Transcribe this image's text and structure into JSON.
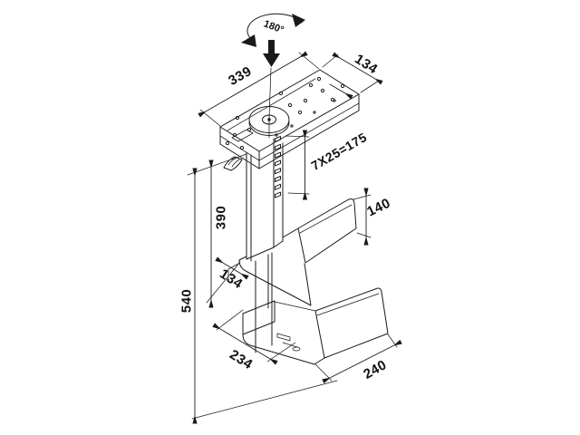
{
  "drawing": {
    "background": "#ffffff",
    "line_color": "#1a1a1a",
    "rotation_label": "180°",
    "dimensions": {
      "plate_length": "339",
      "plate_depth": "134",
      "slot_pattern": "7X25=175",
      "panel_height": "140",
      "column_height": "390",
      "shelf_depth": "134",
      "total_height": "540",
      "base_depth": "234",
      "base_width": "240"
    },
    "icons": {
      "rotation_arrow": "rotation-180-arrow",
      "down_arrow": "downward-mount-arrow"
    }
  }
}
